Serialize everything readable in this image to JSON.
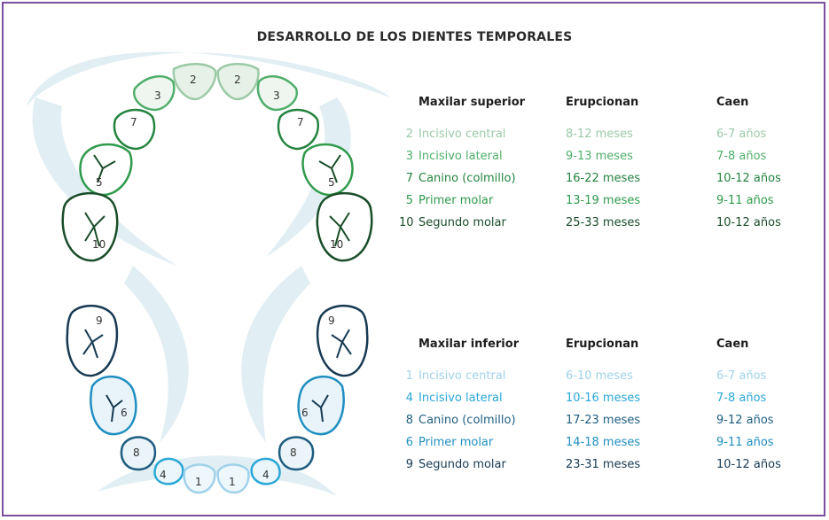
{
  "title": "DESARROLLO DE LOS DIENTES TEMPORALES",
  "upper": {
    "headers": {
      "jaw": "Maxilar superior",
      "erupt": "Erupcionan",
      "fall": "Caen"
    },
    "rows": [
      {
        "num": "2",
        "name": "Incisivo central",
        "erupt": "8-12 meses",
        "fall": "6-7 años",
        "color": "#9cc9a6"
      },
      {
        "num": "3",
        "name": "Incisivo lateral",
        "erupt": "9-13 meses",
        "fall": "7-8 años",
        "color": "#4fae6a"
      },
      {
        "num": "7",
        "name": "Canino (colmillo)",
        "erupt": "16-22 meses",
        "fall": "10-12 años",
        "color": "#23833f"
      },
      {
        "num": "5",
        "name": "Primer molar",
        "erupt": "13-19 meses",
        "fall": "9-11 años",
        "color": "#2e9a4c"
      },
      {
        "num": "10",
        "name": "Segundo molar",
        "erupt": "25-33 meses",
        "fall": "10-12 años",
        "color": "#1a4d29"
      }
    ]
  },
  "lower": {
    "headers": {
      "jaw": "Maxilar inferior",
      "erupt": "Erupcionan",
      "fall": "Caen"
    },
    "rows": [
      {
        "num": "1",
        "name": "Incisivo central",
        "erupt": "6-10 meses",
        "fall": "6-7 años",
        "color": "#9fd2ea"
      },
      {
        "num": "4",
        "name": "Incisivo lateral",
        "erupt": "10-16 meses",
        "fall": "7-8 años",
        "color": "#2aa7d8"
      },
      {
        "num": "8",
        "name": "Canino (colmillo)",
        "erupt": "17-23 meses",
        "fall": "9-12 años",
        "color": "#1e5d80"
      },
      {
        "num": "6",
        "name": "Primer molar",
        "erupt": "14-18 meses",
        "fall": "9-11 años",
        "color": "#1f8fc0"
      },
      {
        "num": "9",
        "name": "Segundo molar",
        "erupt": "23-31 meses",
        "fall": "10-12 años",
        "color": "#173a52"
      }
    ]
  },
  "teeth_labels": {
    "upper": [
      "2",
      "2",
      "3",
      "3",
      "7",
      "7",
      "5",
      "5",
      "10",
      "10"
    ],
    "lower": [
      "9",
      "9",
      "6",
      "6",
      "8",
      "8",
      "4",
      "4",
      "1",
      "1"
    ]
  }
}
